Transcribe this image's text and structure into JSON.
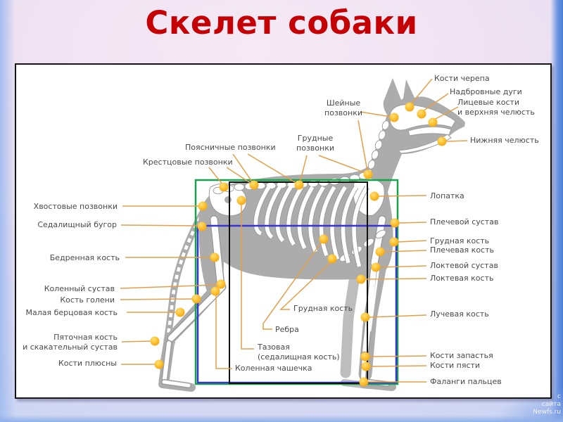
{
  "title": "Скелет собаки",
  "watermark": "с\nсайта\nNewfs.ru",
  "colors": {
    "title": "#c40005",
    "label_text": "#4a4a4a",
    "leader_line": "#e2a04a",
    "marker_fill": "#fcc02e",
    "green_box": "#18a24d",
    "blue_box": "#3636ce",
    "black_box": "#111111",
    "silhouette": "#acacac",
    "bone": "#ffffff"
  },
  "diagram": {
    "labels": [
      {
        "id": "skull-bones",
        "text": "Кости черепа"
      },
      {
        "id": "brow-ridges",
        "text": "Надбровные дуги"
      },
      {
        "id": "facial-bones",
        "text": "Лицевые кости\nи верхняя челюсть"
      },
      {
        "id": "lower-jaw",
        "text": "Нижняя челюсть"
      },
      {
        "id": "cervical-vertebrae",
        "text": "Шейные\nпозвонки"
      },
      {
        "id": "thoracic-vertebrae",
        "text": "Грудные\nпозвонки"
      },
      {
        "id": "lumbar-vertebrae",
        "text": "Поясничные позвонки"
      },
      {
        "id": "sacral-vertebrae",
        "text": "Крестцовые позвонки"
      },
      {
        "id": "caudal-vertebrae",
        "text": "Хвостовые позвонки"
      },
      {
        "id": "ischial-tuber",
        "text": "Седалищный бугор"
      },
      {
        "id": "femur",
        "text": "Бедренная кость"
      },
      {
        "id": "knee-joint",
        "text": "Коленный сустав"
      },
      {
        "id": "shin-bone",
        "text": "Кость голени"
      },
      {
        "id": "fibula",
        "text": "Малая берцовая кость"
      },
      {
        "id": "heel-hock",
        "text": "Пяточная кость\nи скакательный сустав"
      },
      {
        "id": "metatarsus",
        "text": "Кости плюсны"
      },
      {
        "id": "scapula",
        "text": "Лопатка"
      },
      {
        "id": "shoulder-joint",
        "text": "Плечевой сустав"
      },
      {
        "id": "sternum-right",
        "text": "Грудная кость"
      },
      {
        "id": "humerus",
        "text": "Плечевая кость"
      },
      {
        "id": "elbow-joint",
        "text": "Локтевой сустав"
      },
      {
        "id": "ulna",
        "text": "Локтевая кость"
      },
      {
        "id": "radius",
        "text": "Лучевая кость"
      },
      {
        "id": "carpus",
        "text": "Кости запастья"
      },
      {
        "id": "metacarpus",
        "text": "Кости пясти"
      },
      {
        "id": "phalanges",
        "text": "Фаланги пальцев"
      },
      {
        "id": "sternum-center",
        "text": "Грудная кость"
      },
      {
        "id": "ribs",
        "text": "Ребра"
      },
      {
        "id": "pelvis",
        "text": "Тазовая\n(седалищная кость)"
      },
      {
        "id": "kneecap",
        "text": "Коленная чашечка"
      }
    ]
  }
}
